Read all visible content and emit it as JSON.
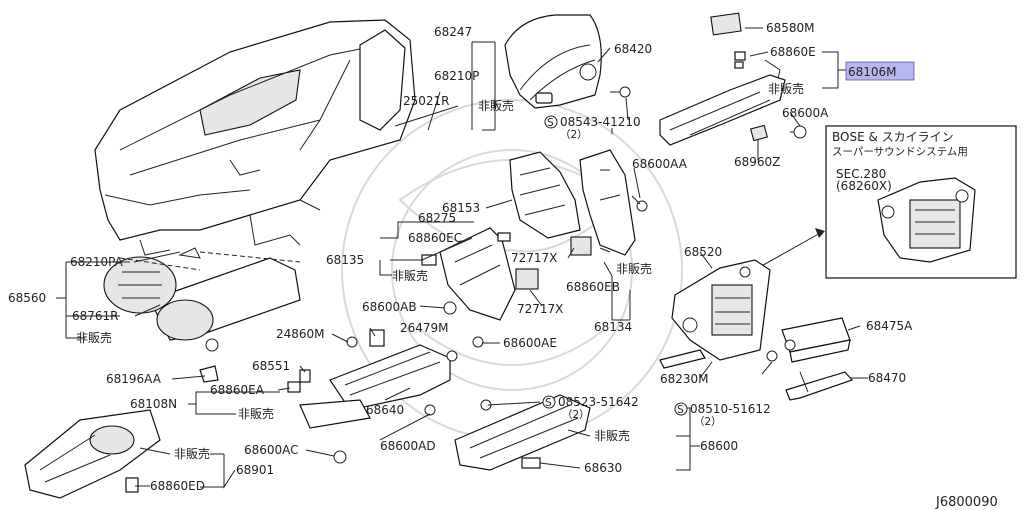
{
  "diagram_code": "J6800090",
  "highlighted_part": "68106M",
  "labels": {
    "p68247": "68247",
    "p68210P": "68210P",
    "p25021R": "25021R",
    "p68420": "68420",
    "p08543": "08543-41210",
    "q2a": "（2）",
    "p68580M": "68580M",
    "p68860E": "68860E",
    "p68106M": "68106M",
    "nfs_e": "非販売",
    "p68600A": "68600A",
    "p68960Z": "68960Z",
    "nfs_p": "非販売",
    "p68600AA": "68600AA",
    "bose_note": "BOSE & スカイライン\nスーパーサウンドシステム用",
    "sec280": "SEC.280",
    "p68260X": "(68260X)",
    "p68153": "68153",
    "p68275": "68275",
    "p68860EC": "68860EC",
    "p68135": "68135",
    "nfs_ec": "非販売",
    "p72717Xa": "72717X",
    "p72717Xb": "72717X",
    "p68860EB": "68860EB",
    "nfs_eb": "非販売",
    "p68134": "68134",
    "p68520": "68520",
    "p68210PA": "68210PA",
    "p68560": "68560",
    "p68761R": "68761R",
    "nfs_560": "非販売",
    "p68600AB": "68600AB",
    "p24860M": "24860M",
    "p26479M": "26479M",
    "p68600AE": "68600AE",
    "p68475A": "68475A",
    "p68551": "68551",
    "p68196AA": "68196AA",
    "p68860EA": "68860EA",
    "p68230M": "68230M",
    "p68470": "68470",
    "p68108N": "68108N",
    "nfs_108": "非販売",
    "p68640": "68640",
    "p08523": "08523-51642",
    "q2b": "（2）",
    "p08510": "08510-51612",
    "q2c": "（2）",
    "nfs_600": "非販売",
    "p68600": "68600",
    "p68600AC": "68600AC",
    "p68600AD": "68600AD",
    "p68630": "68630",
    "p68901": "68901",
    "nfs_901": "非販売",
    "p68860ED": "68860ED"
  }
}
